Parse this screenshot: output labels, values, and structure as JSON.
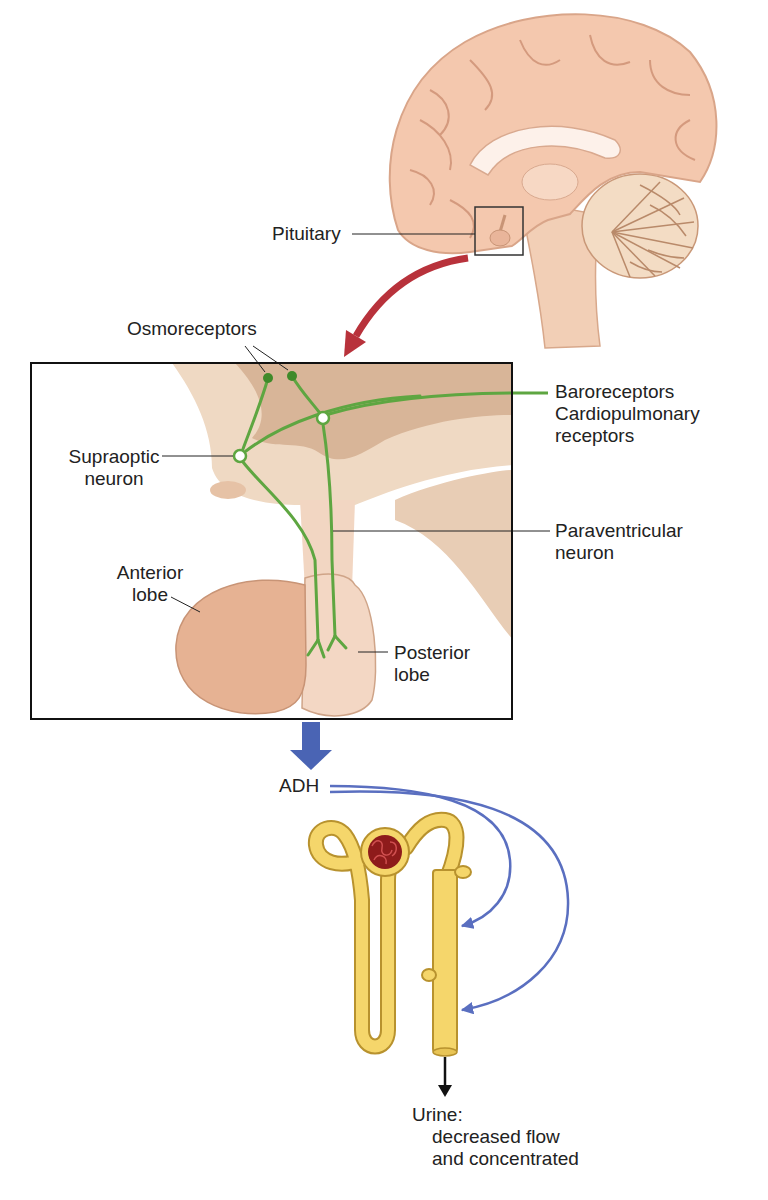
{
  "diagram": {
    "nodes": [
      {
        "text": [
          "Supraoptic neuron",
          "Anterior lobe",
          "Posterior lobe"
        ]
      }
    ],
    "labels": [
      "Pituitary",
      "Osmoreceptors",
      "Baroreceptors",
      "Cardiopulmonary receptors",
      "Paraventricular neuron",
      "ADH",
      "Urine:",
      "decreased flow and concentrated"
    ]
  }
}
